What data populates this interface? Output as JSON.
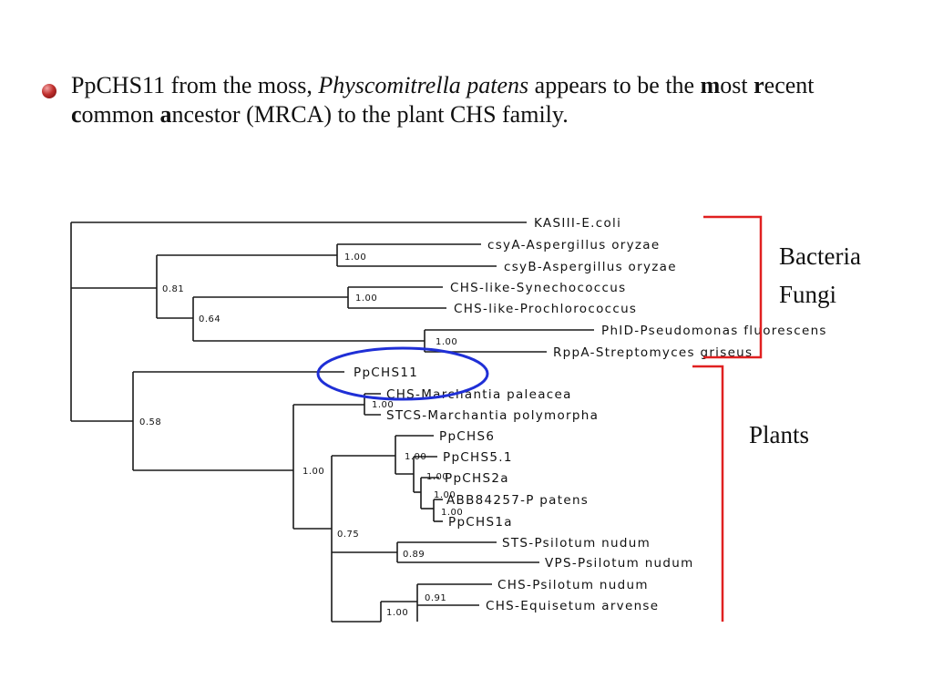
{
  "bullet": {
    "part1": "PpCHS11 from the moss, ",
    "italic": "Physcomitrella patens",
    "part2": " appears to be the ",
    "m": "m",
    "ost": "ost ",
    "r": "r",
    "ecent": "ecent ",
    "c": "c",
    "ommon": "ommon ",
    "a": "a",
    "ncestor": "ncestor (MRCA) to the plant CHS family."
  },
  "labels": {
    "bacteria": "Bacteria",
    "fungi": "Fungi",
    "plants": "Plants"
  },
  "tree": {
    "leaves": [
      "KASIII-E.coli",
      "csyA-Aspergillus oryzae",
      "csyB-Aspergillus oryzae",
      "CHS-like-Synechococcus",
      "CHS-like-Prochlorococcus",
      "PhID-Pseudomonas fluorescens",
      "RppA-Streptomyces griseus",
      "PpCHS11",
      "CHS-Marchantia paleacea",
      "STCS-Marchantia polymorpha",
      "PpCHS6",
      "PpCHS5.1",
      "PpCHS2a",
      "ABB84257-P patens",
      "PpCHS1a",
      "STS-Psilotum nudum",
      "VPS-Psilotum nudum",
      "CHS-Psilotum nudum",
      "CHS-Equisetum arvense"
    ],
    "support": [
      "1.00",
      "0.81",
      "1.00",
      "0.64",
      "1.00",
      "0.58",
      "1.00",
      "1.00",
      "1.00",
      "1.00",
      "1.00",
      "1.00",
      "0.75",
      "0.89",
      "0.91",
      "1.00"
    ]
  },
  "colors": {
    "bracket": "#e02020",
    "ring": "#1f2fd6",
    "bullet": "#c0302e"
  }
}
